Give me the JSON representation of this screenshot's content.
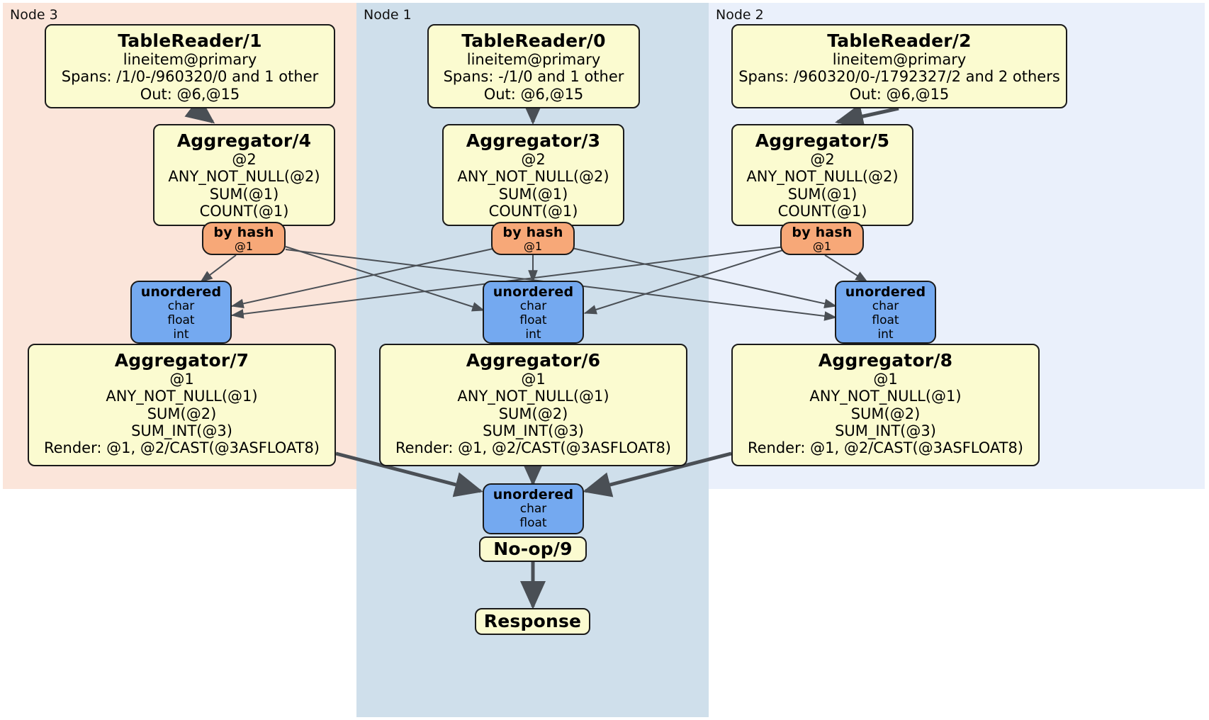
{
  "diagram": {
    "type": "distributed-query-plan",
    "title": "",
    "colors": {
      "node3_panel": "#fbe5da",
      "node1_panel": "#cfdfeb",
      "node2_panel": "#eaf0fb",
      "processor_fill": "#fbfbd0",
      "router_hash_fill": "#f7a878",
      "receiver_fill": "#74a9f0",
      "border": "#1a1a1a",
      "edge": "#4a4f55"
    },
    "panels": [
      {
        "id": "node3",
        "label": "Node 3"
      },
      {
        "id": "node1",
        "label": "Node 1"
      },
      {
        "id": "node2",
        "label": "Node 2"
      }
    ],
    "nodes": {
      "table_reader_1": {
        "title": "TableReader/1",
        "lines": [
          "lineitem@primary",
          "Spans: /1/0-/960320/0 and 1 other",
          "Out: @6,@15"
        ]
      },
      "table_reader_0": {
        "title": "TableReader/0",
        "lines": [
          "lineitem@primary",
          "Spans: -/1/0 and 1 other",
          "Out: @6,@15"
        ]
      },
      "table_reader_2": {
        "title": "TableReader/2",
        "lines": [
          "lineitem@primary",
          "Spans: /960320/0-/1792327/2 and 2 others",
          "Out: @6,@15"
        ]
      },
      "aggregator_4": {
        "title": "Aggregator/4",
        "lines": [
          "@2",
          "ANY_NOT_NULL(@2)",
          "SUM(@1)",
          "COUNT(@1)"
        ]
      },
      "aggregator_3": {
        "title": "Aggregator/3",
        "lines": [
          "@2",
          "ANY_NOT_NULL(@2)",
          "SUM(@1)",
          "COUNT(@1)"
        ]
      },
      "aggregator_5": {
        "title": "Aggregator/5",
        "lines": [
          "@2",
          "ANY_NOT_NULL(@2)",
          "SUM(@1)",
          "COUNT(@1)"
        ]
      },
      "hash_router_left": {
        "title": "by hash",
        "lines": [
          "@1"
        ]
      },
      "hash_router_center": {
        "title": "by hash",
        "lines": [
          "@1"
        ]
      },
      "hash_router_right": {
        "title": "by hash",
        "lines": [
          "@1"
        ]
      },
      "receiver_left": {
        "title": "unordered",
        "lines": [
          "char",
          "float",
          "int"
        ]
      },
      "receiver_center": {
        "title": "unordered",
        "lines": [
          "char",
          "float",
          "int"
        ]
      },
      "receiver_right": {
        "title": "unordered",
        "lines": [
          "char",
          "float",
          "int"
        ]
      },
      "aggregator_7": {
        "title": "Aggregator/7",
        "lines": [
          "@1",
          "ANY_NOT_NULL(@1)",
          "SUM(@2)",
          "SUM_INT(@3)",
          "Render: @1, @2/CAST(@3ASFLOAT8)"
        ]
      },
      "aggregator_6": {
        "title": "Aggregator/6",
        "lines": [
          "@1",
          "ANY_NOT_NULL(@1)",
          "SUM(@2)",
          "SUM_INT(@3)",
          "Render: @1, @2/CAST(@3ASFLOAT8)"
        ]
      },
      "aggregator_8": {
        "title": "Aggregator/8",
        "lines": [
          "@1",
          "ANY_NOT_NULL(@1)",
          "SUM(@2)",
          "SUM_INT(@3)",
          "Render: @1, @2/CAST(@3ASFLOAT8)"
        ]
      },
      "receiver_final": {
        "title": "unordered",
        "lines": [
          "char",
          "float"
        ]
      },
      "noop_9": {
        "title": "No-op/9",
        "lines": []
      },
      "response": {
        "title": "Response",
        "lines": []
      }
    }
  }
}
